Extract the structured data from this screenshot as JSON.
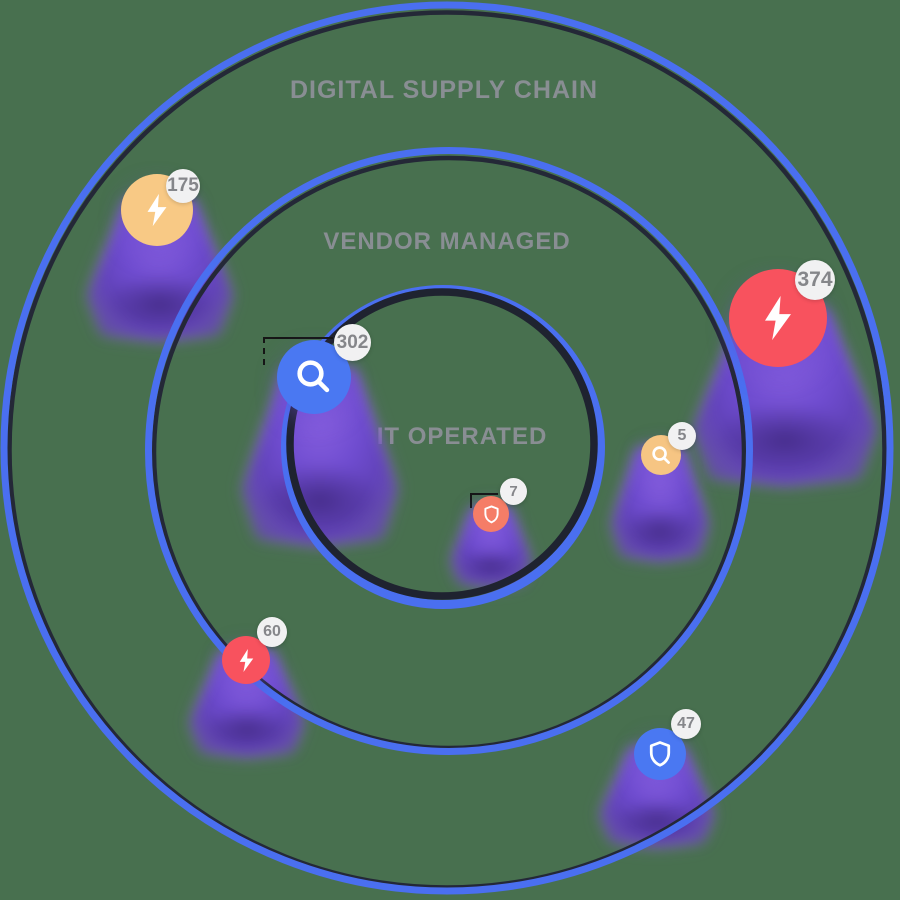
{
  "canvas": {
    "background_color": "#48704f"
  },
  "rings": [
    {
      "name": "outer",
      "label": "DIGITAL SUPPLY CHAIN"
    },
    {
      "name": "middle",
      "label": "VENDOR MANAGED"
    },
    {
      "name": "inner",
      "label": "IT OPERATED"
    }
  ],
  "ring_style": {
    "stroke_blue": "#4a6ff0",
    "stroke_dark": "#242837"
  },
  "badge_style": {
    "background": "#f1f1f2",
    "text_color": "#85868a"
  },
  "glow_color": "#6f4cd0",
  "nodes": [
    {
      "icon": "lightning-icon",
      "count": "175",
      "color": "#f8c985"
    },
    {
      "icon": "lightning-icon",
      "count": "374",
      "color": "#f8525e"
    },
    {
      "icon": "search-icon",
      "count": "302",
      "color": "#4a78f2"
    },
    {
      "icon": "search-icon",
      "count": "5",
      "color": "#f6c583"
    },
    {
      "icon": "shield-icon",
      "count": "7",
      "color": "#f57d67"
    },
    {
      "icon": "lightning-icon",
      "count": "60",
      "color": "#f8525e"
    },
    {
      "icon": "shield-icon",
      "count": "47",
      "color": "#4a78f2"
    }
  ]
}
